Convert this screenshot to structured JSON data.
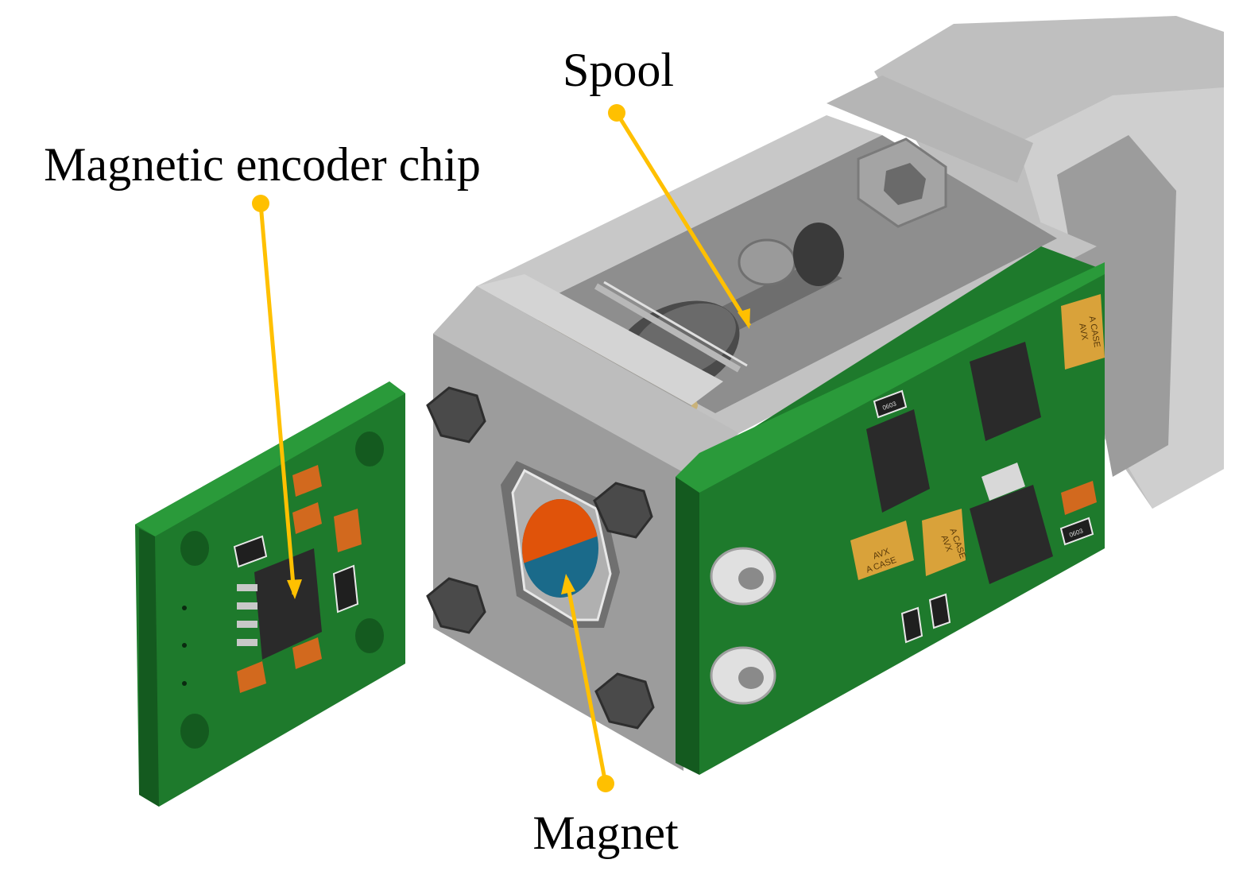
{
  "labels": {
    "spool": "Spool",
    "encoder_chip": "Magnetic encoder chip",
    "magnet": "Magnet"
  },
  "components": {
    "capacitor_marking_line1": "AVX",
    "capacitor_marking_line2": "A CASE",
    "resistor_marking": "0603"
  },
  "colors": {
    "callout": "#FFC000",
    "pcb_green": "#1E7A2C",
    "pcb_green_dark": "#145A1F",
    "housing_gray": "#A8A8A8",
    "magnet_north": "#E0530A",
    "magnet_south": "#1A6A8A",
    "ic_black": "#2A2A2A",
    "capacitor_orange": "#D9A23A",
    "chip_cap_orange": "#D2691E"
  }
}
